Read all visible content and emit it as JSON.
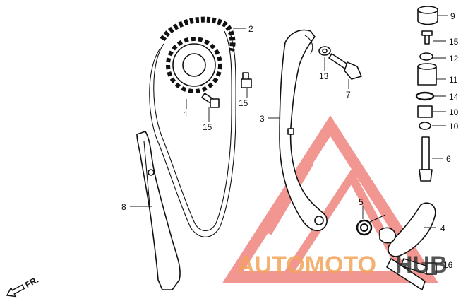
{
  "diagram": {
    "direction_label": "FR.",
    "callouts": [
      {
        "id": "c1",
        "text": "1"
      },
      {
        "id": "c2",
        "text": "2"
      },
      {
        "id": "c3",
        "text": "3"
      },
      {
        "id": "c4",
        "text": "4"
      },
      {
        "id": "c5",
        "text": "5"
      },
      {
        "id": "c6",
        "text": "6"
      },
      {
        "id": "c7",
        "text": "7"
      },
      {
        "id": "c8",
        "text": "8"
      },
      {
        "id": "c9",
        "text": "9"
      },
      {
        "id": "c10a",
        "text": "10"
      },
      {
        "id": "c10b",
        "text": "10"
      },
      {
        "id": "c11",
        "text": "11"
      },
      {
        "id": "c12",
        "text": "12"
      },
      {
        "id": "c13",
        "text": "13"
      },
      {
        "id": "c14",
        "text": "14"
      },
      {
        "id": "c15a",
        "text": "15"
      },
      {
        "id": "c15b",
        "text": "15"
      },
      {
        "id": "c15c",
        "text": "15"
      },
      {
        "id": "c16",
        "text": "16"
      }
    ]
  },
  "watermark": {
    "part1": "AUTOMOTO",
    "part2": "HUB",
    "colors": {
      "red": "#e8423a",
      "orange": "#f3a45a",
      "dark": "#2b2b2b"
    }
  }
}
